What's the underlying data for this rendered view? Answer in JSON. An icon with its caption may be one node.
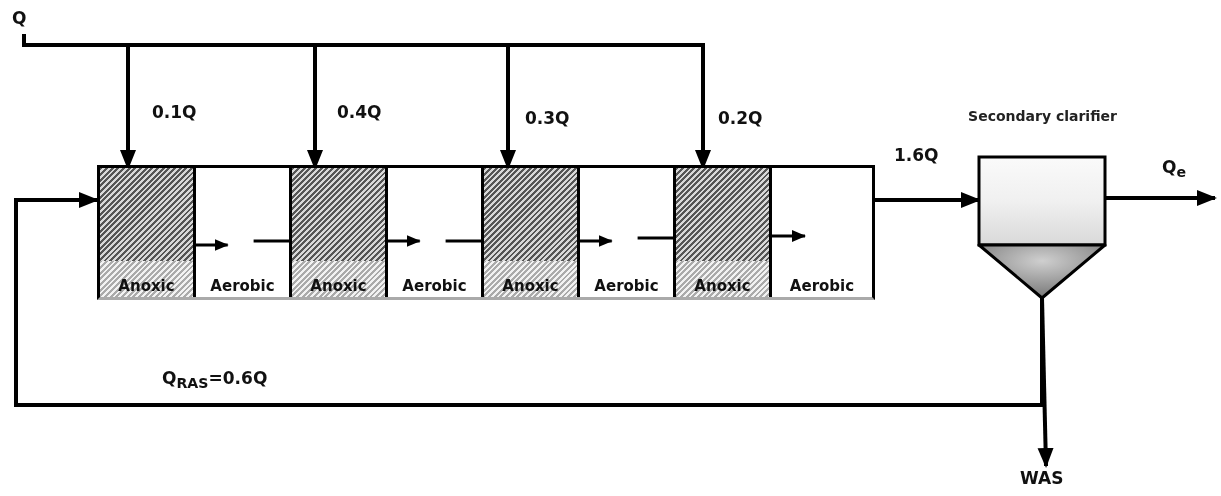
{
  "diagram": {
    "nodes": [
      {
        "text": [
          "Q"
        ]
      },
      {
        "text": [],
        "shape": "box"
      },
      {
        "text": [
          "Anoxic"
        ],
        "in": 1
      },
      {
        "text": [
          "Aerobic"
        ],
        "in": 1
      },
      {
        "text": [
          "Anoxic"
        ],
        "in": 1
      },
      {
        "text": [
          "Aerobic"
        ],
        "in": 1
      },
      {
        "text": [
          "Anoxic"
        ],
        "in": 1
      },
      {
        "text": [
          "Aerobic"
        ],
        "in": 1
      },
      {
        "text": [
          "Anoxic"
        ],
        "in": 1
      },
      {
        "text": [
          "Aerobic"
        ],
        "in": 1
      },
      {
        "text": [
          "Secondary clarifier"
        ]
      },
      {
        "text": [
          "WAS"
        ]
      }
    ],
    "edges": [
      {
        "from": 0,
        "to": 2,
        "arrow": "to",
        "label": "0.1Q"
      },
      {
        "from": 0,
        "to": 4,
        "arrow": "to",
        "label": "0.4Q"
      },
      {
        "from": 0,
        "to": 6,
        "arrow": "to",
        "label": "0.3Q"
      },
      {
        "from": 0,
        "to": 8,
        "arrow": "to",
        "label": "0.2Q"
      },
      {
        "from": 2,
        "to": 3,
        "arrow": "to"
      },
      {
        "from": 3,
        "to": 4,
        "arrow": "to"
      },
      {
        "from": 4,
        "to": 5,
        "arrow": "to"
      },
      {
        "from": 5,
        "to": 6,
        "arrow": "to"
      },
      {
        "from": 6,
        "to": 7,
        "arrow": "to"
      },
      {
        "from": 7,
        "to": 8,
        "arrow": "to"
      },
      {
        "from": 8,
        "to": 9,
        "arrow": "to"
      },
      {
        "from": 1,
        "to": 10,
        "arrow": "to",
        "label": "1.6Q"
      },
      {
        "from": 10,
        "to": null,
        "arrow": "to",
        "label": "Q$_{e}$"
      },
      {
        "from": 10,
        "to": 11,
        "arrow": "to"
      },
      {
        "from": 10,
        "to": 1,
        "arrow": "to",
        "label": "Q$_{RAS}$=0.6Q"
      }
    ]
  }
}
